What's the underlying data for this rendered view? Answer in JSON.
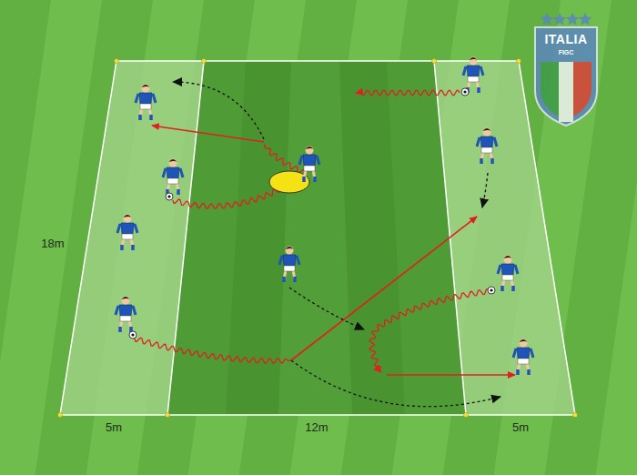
{
  "diagram": {
    "labels": [
      "18m",
      "5m",
      "12m",
      "5m",
      "ITALIA",
      "FIGC"
    ]
  }
}
